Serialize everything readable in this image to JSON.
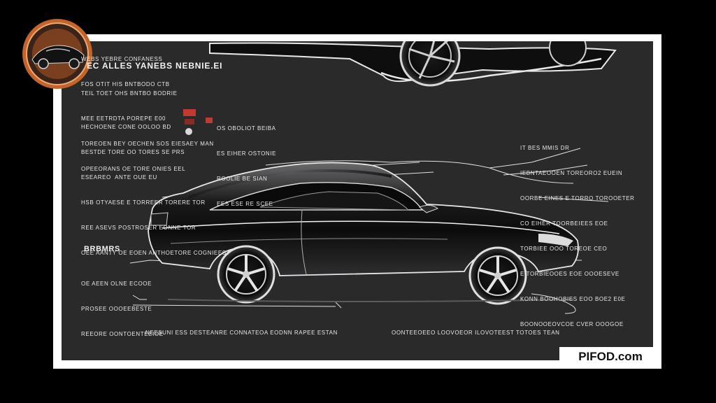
{
  "badge": {
    "logo": "dark-horse-car-logo-badge",
    "colors": {
      "rim": "#c4642a",
      "inner": "#3a2318"
    }
  },
  "notes_top_left": [
    "WEBS YEBRE CONFANESS",
    "FOS OTIT HIS BNTBODO CTB",
    "EC ALLES YANEBS NEBNIE.EI",
    "TEIL TOET OHS BNTBO BODRIE",
    "MEE EETRDTA POREPE E00",
    "TOREOEN BEY OECHEN SOS EIESAEY MAN",
    "OPEEORANS OE TORE ONIES EEL"
  ],
  "notes_mid_left": [
    "HECHOENE CONE OOLOO BD",
    "BESTDE TORE OO TORES SE PRS",
    "ESEAREO  ANTE OUE EU",
    "HSB OTYAESE E TORREER TORERE TOR",
    "REE ASEVS POSTROSER EONNE TOR",
    "OEE AANTY OE EOEN ANTHOETORE COGNIEEST"
  ],
  "notes_mid_center": [
    "OS OBOLIOT BEIBA",
    "ES EIHER OSTONIE",
    "ROOLIE BE SIAN",
    "EES ESE RE SCEE"
  ],
  "notes_right": [
    "IT BES MMIS DR",
    "IEBNTAEOOEN TOREORO2 EUEIN",
    "OORBE EINES E TORRO TOROOETER",
    "CO EIHER TOORBEIEES EOE",
    "TORBIEE OOO TOREOE CEO",
    "E TORBIEOOES EOE OOOESEVE",
    "KONN BOOHOBIES EOO BOE2 E0E",
    "BOONOOEOVCOE CVER OOOGOE"
  ],
  "notes_left_lower": [
    "BRBMRS",
    "OE AEEN OLNE ECOOE",
    "PROSEE OOOEEBESTE",
    "REEORE OONTOENTEEIOE"
  ],
  "notes_bottom": [
    "NEESUNI ESS DESTEANRE CONNATEOA EODNN RAPEE ESTAN",
    "OONTEEOEEO LOOVOEOR ILOVOTEEST TOTOES TEAN"
  ],
  "watermark": "PIFOD.com",
  "colors": {
    "background": "#000000",
    "frame": "#ffffff",
    "blueprint": "#2a2a2b",
    "line": "#e8e8e8",
    "accent_red": "#c03a32"
  }
}
